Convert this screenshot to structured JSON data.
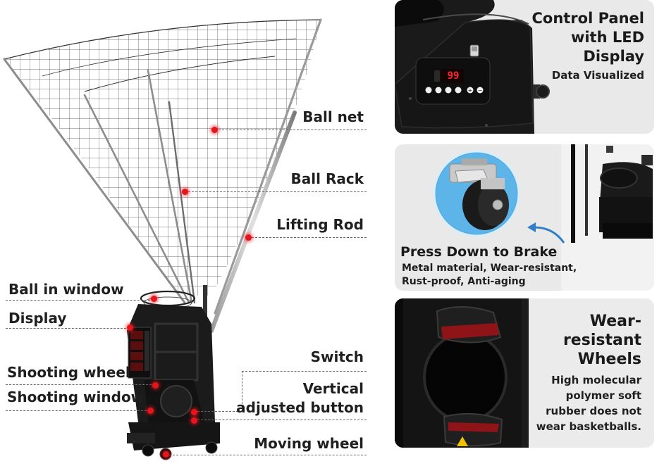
{
  "diagram": {
    "callouts": {
      "ball_net": "Ball net",
      "ball_rack": "Ball Rack",
      "lifting_rod": "Lifting Rod",
      "ball_in_window": "Ball in window",
      "display": "Display",
      "shooting_wheel": "Shooting wheel",
      "shooting_window": "Shooting window",
      "switch": "Switch",
      "vertical_adjusted_button_line1": "Vertical",
      "vertical_adjusted_button_line2": "adjusted button",
      "moving_wheel": "Moving wheel"
    },
    "marker_color": "#e8141b"
  },
  "panels": {
    "control_panel": {
      "title_line1": "Control Panel",
      "title_line2": "with LED",
      "title_line3": "Display",
      "subtitle": "Data Visualized",
      "led_value": "99"
    },
    "brake": {
      "title": "Press Down to Brake",
      "desc_line1": "Metal material, Wear-resistant,",
      "desc_line2": "Rust-proof, Anti-aging"
    },
    "wheels": {
      "title_line1": "Wear-",
      "title_line2": "resistant",
      "title_line3": "Wheels",
      "desc_line1": "High molecular",
      "desc_line2": "polymer soft",
      "desc_line3": "rubber does not",
      "desc_line4": "wear basketballs."
    }
  },
  "colors": {
    "accent_red": "#e8141b",
    "arrow_blue": "#2f7fc8",
    "panel_bg": "#e9e9e9",
    "led_red": "#ff2a2a"
  }
}
